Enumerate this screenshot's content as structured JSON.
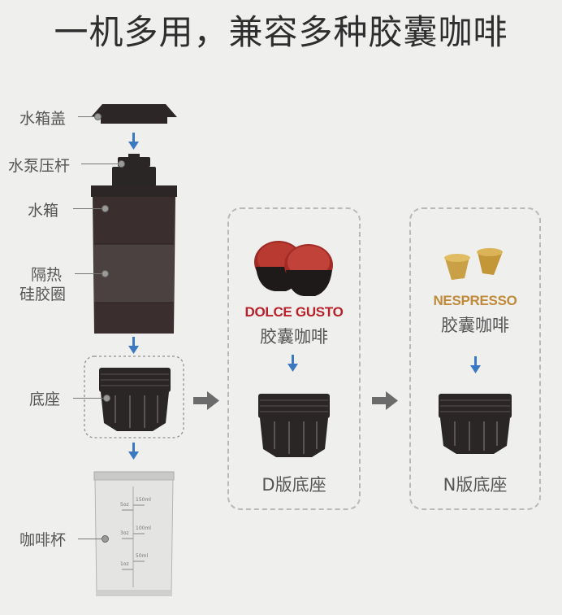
{
  "title": "一机多用，兼容多种胶囊咖啡",
  "components": {
    "lid": "水箱盖",
    "pump": "水泵压杆",
    "tank": "水箱",
    "insulation_line1": "隔热",
    "insulation_line2": "硅胶圈",
    "base": "底座",
    "cup": "咖啡杯"
  },
  "cup_scale": {
    "oz": [
      "5oz",
      "3oz",
      "1oz"
    ],
    "ml": [
      "150ml",
      "100ml",
      "50ml"
    ]
  },
  "panel_dolce": {
    "brand": "DOLCE GUSTO",
    "capsule_label": "胶囊咖啡",
    "base_label": "D版底座",
    "brand_color": "#b8202a"
  },
  "panel_nespresso": {
    "brand": "NESPRESSO",
    "capsule_label": "胶囊咖啡",
    "base_label": "N版底座",
    "brand_color": "#c08a3a"
  },
  "arrow_color": "#3a78c2"
}
